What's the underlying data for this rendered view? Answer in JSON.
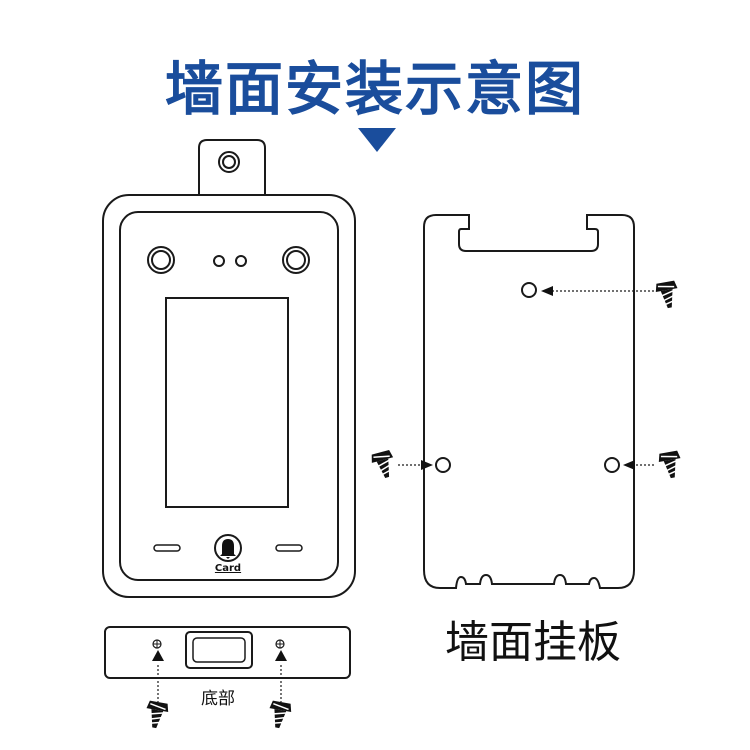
{
  "title": "墙面安装示意图",
  "device": {
    "button_label": "Card",
    "bottom_label": "底部"
  },
  "wall_plate": {
    "label": "墙面挂板"
  },
  "colors": {
    "title": "#1a4d9c",
    "line": "#1a1a1a"
  }
}
